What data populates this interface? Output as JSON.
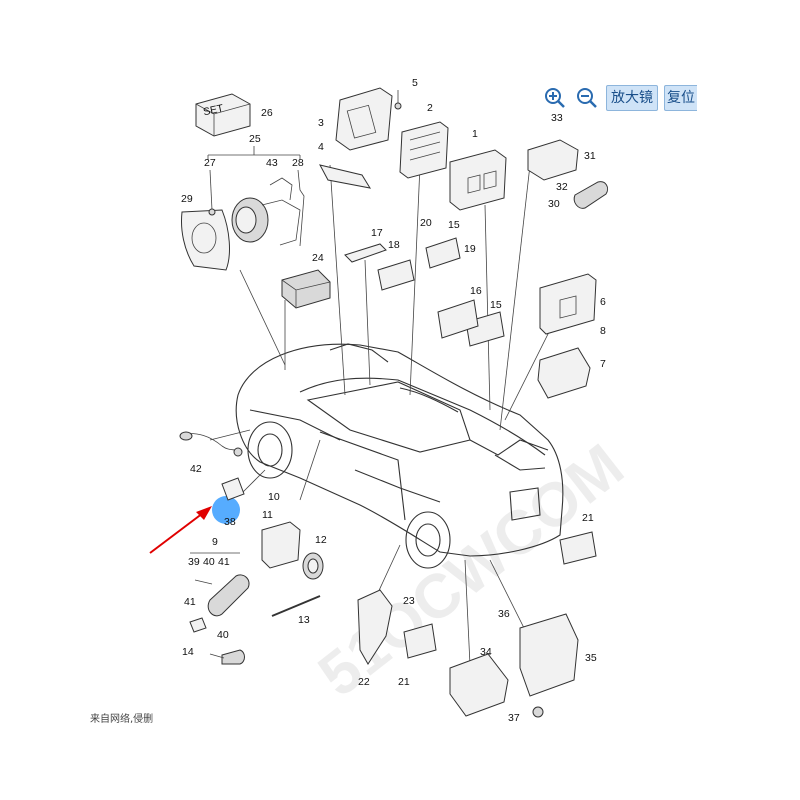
{
  "toolbar": {
    "zoom_in_icon": "zoom-in-icon",
    "zoom_out_icon": "zoom-out-icon",
    "magnifier_label": "放大镜",
    "reset_label": "复位"
  },
  "diagram": {
    "set_label": "SET",
    "watermark": "51QCWCOM",
    "callouts": [
      "1",
      "2",
      "3",
      "4",
      "5",
      "6",
      "7",
      "8",
      "9",
      "10",
      "11",
      "12",
      "13",
      "14",
      "15",
      "15",
      "16",
      "17",
      "18",
      "19",
      "20",
      "21",
      "21",
      "22",
      "23",
      "24",
      "25",
      "26",
      "27",
      "28",
      "29",
      "30",
      "31",
      "32",
      "33",
      "34",
      "35",
      "36",
      "37",
      "38",
      "39",
      "40",
      "40",
      "41",
      "41",
      "42",
      "43"
    ],
    "highlight_color": "#1e90ff",
    "arrow_color": "#e00000"
  },
  "footer": {
    "caption": "来自网络,侵删"
  }
}
